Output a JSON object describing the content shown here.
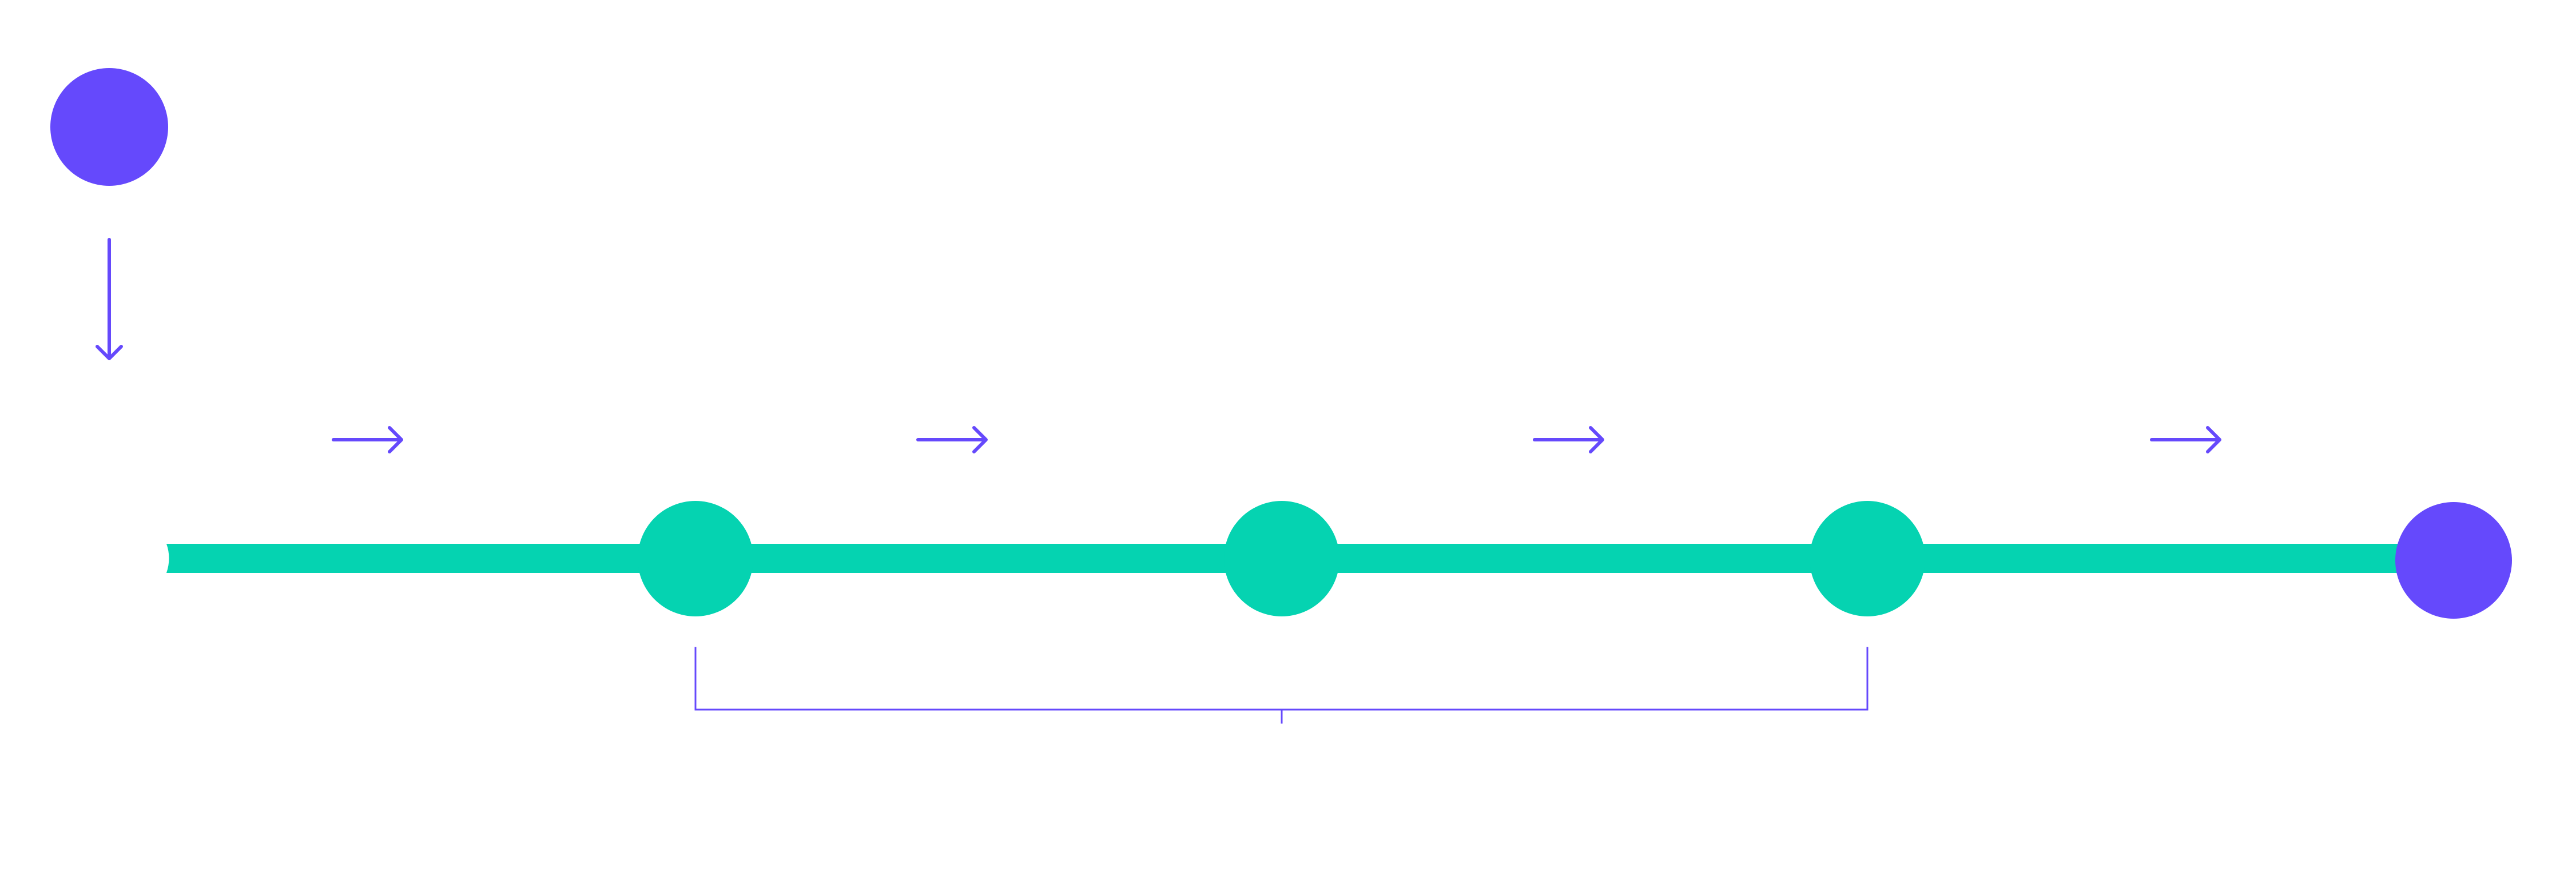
{
  "colors": {
    "background": "#ffffff",
    "accent_purple": "#6549fc",
    "track_teal": "#05d3b1"
  },
  "nodes": [
    {
      "id": "start-node",
      "color": "accent_purple",
      "role": "start"
    },
    {
      "id": "stop-1",
      "color": "track_teal",
      "role": "stop"
    },
    {
      "id": "stop-2",
      "color": "track_teal",
      "role": "stop"
    },
    {
      "id": "stop-3",
      "color": "track_teal",
      "role": "stop"
    },
    {
      "id": "end-node",
      "color": "accent_purple",
      "role": "end"
    }
  ],
  "icons": {
    "arrow_down": "arrow-down-icon",
    "arrow_right": "arrow-right-icon",
    "bracket": "range-bracket"
  }
}
